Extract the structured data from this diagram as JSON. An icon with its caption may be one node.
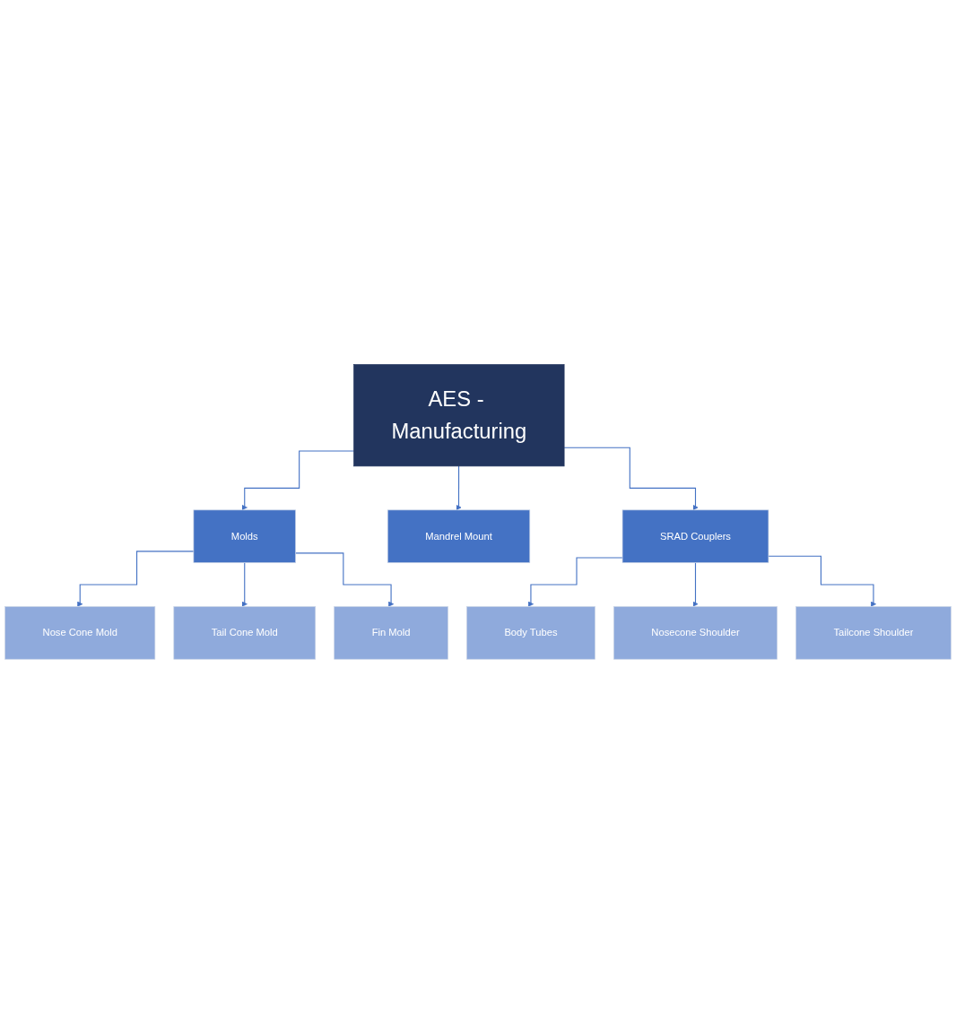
{
  "diagram": {
    "nodes": [
      {
        "text": [
          "AES - Manufacturing"
        ]
      },
      {
        "text": [
          "Molds"
        ]
      },
      {
        "text": [
          "Mandrel Mount"
        ]
      },
      {
        "text": [
          "SRAD Couplers"
        ]
      },
      {
        "text": [
          "Nose Cone Mold"
        ]
      },
      {
        "text": [
          "Tail Cone Mold"
        ]
      },
      {
        "text": [
          "Fin Mold"
        ]
      },
      {
        "text": [
          "Body Tubes"
        ]
      },
      {
        "text": [
          "Nosecone Shoulder"
        ]
      },
      {
        "text": [
          "Tailcone Shoulder"
        ]
      }
    ],
    "edges": [
      {
        "from": 0,
        "to": 1,
        "arrow": "to"
      },
      {
        "from": 0,
        "to": 2,
        "arrow": "to"
      },
      {
        "from": 0,
        "to": 3,
        "arrow": "to"
      },
      {
        "from": 1,
        "to": 4,
        "arrow": "to"
      },
      {
        "from": 1,
        "to": 5,
        "arrow": "to"
      },
      {
        "from": 1,
        "to": 6,
        "arrow": "to"
      },
      {
        "from": 3,
        "to": 7,
        "arrow": "to"
      },
      {
        "from": 3,
        "to": 8,
        "arrow": "to"
      },
      {
        "from": 3,
        "to": 9,
        "arrow": "to"
      }
    ]
  }
}
